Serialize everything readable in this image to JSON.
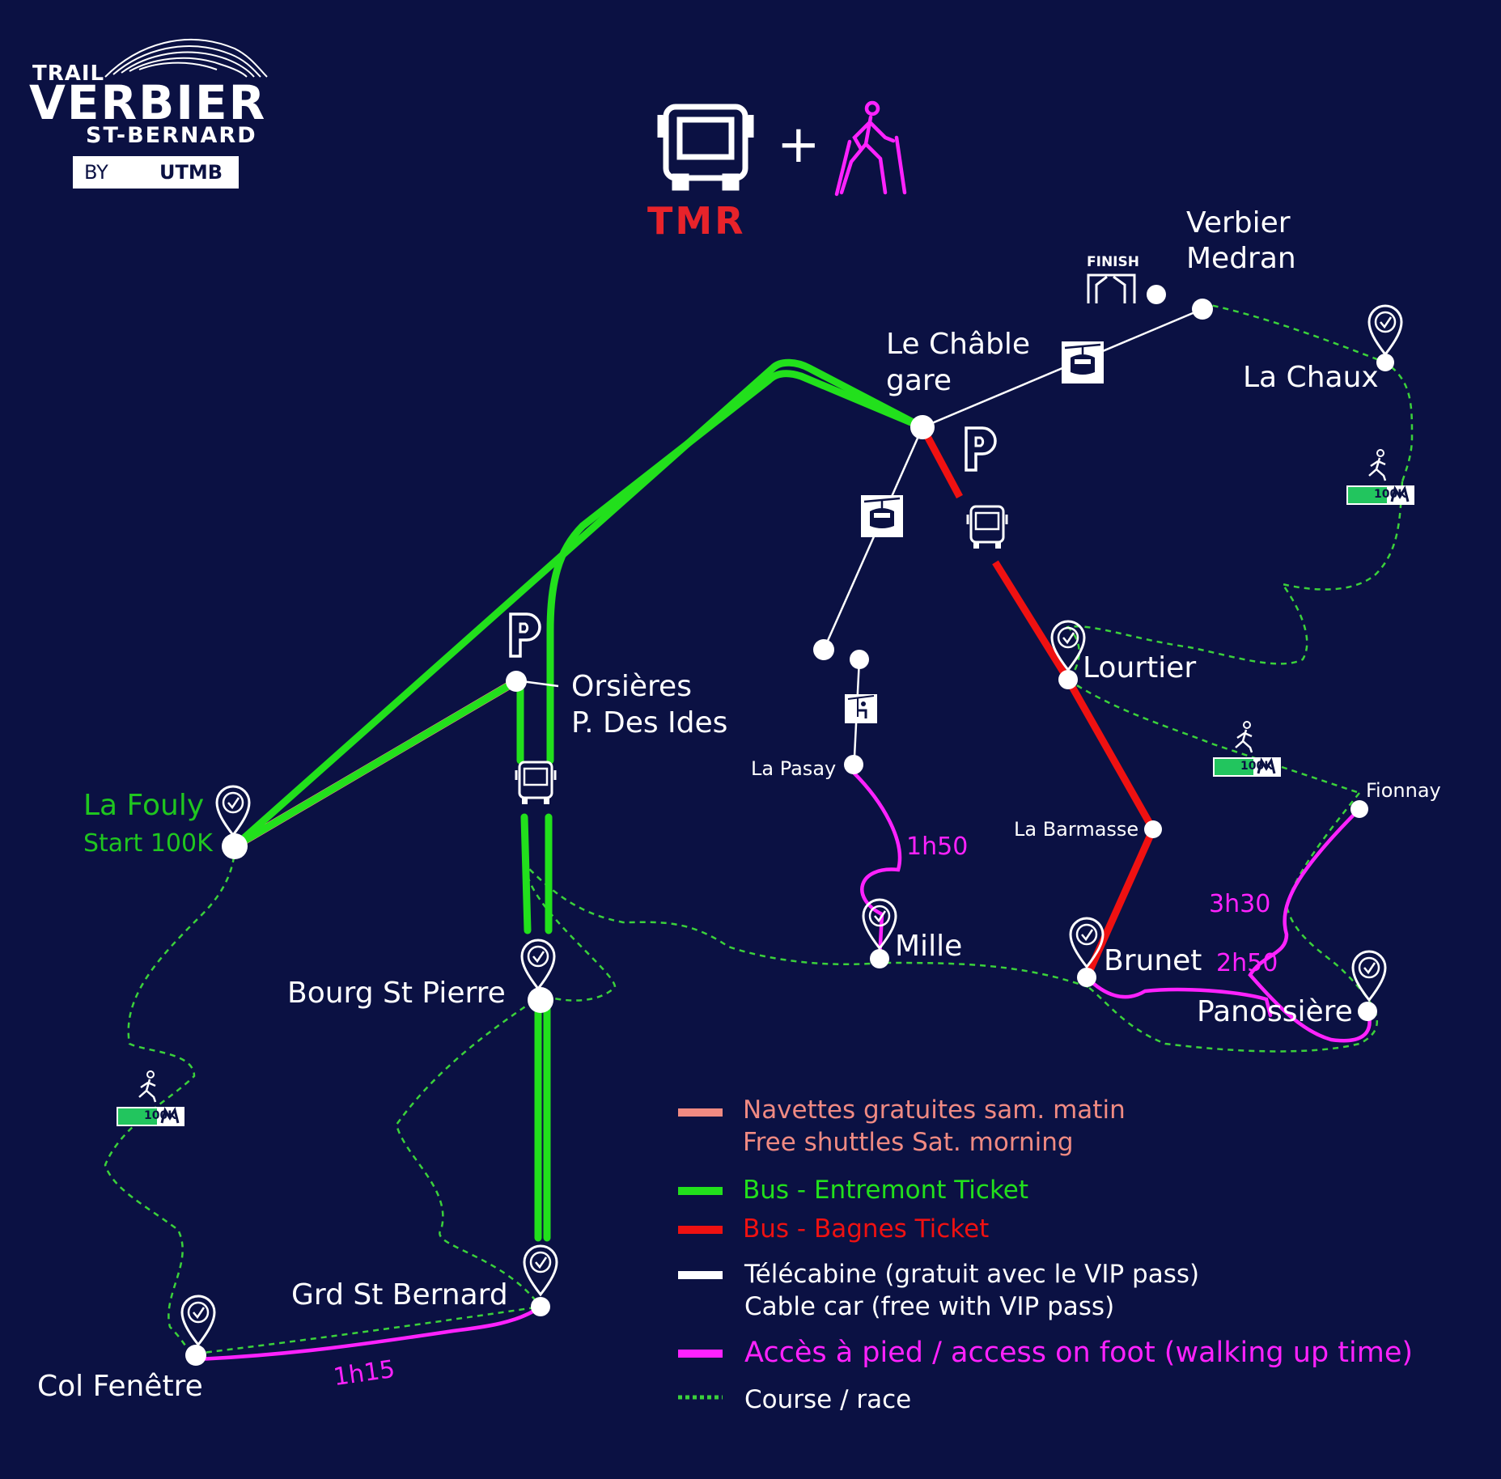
{
  "logo": {
    "line1": "TRAIL",
    "line2": "VERBIER",
    "line3": "ST-BERNARD",
    "by": "BY",
    "brand": "UTMB"
  },
  "header": {
    "operator": "TMR",
    "plus": "+",
    "icons": [
      "bus-icon",
      "hiker-icon"
    ]
  },
  "places": {
    "verbier": "Verbier",
    "medran": "Medran",
    "finish": "FINISH",
    "chable_1": "Le Châble",
    "chable_2": "gare",
    "la_chaux": "La Chaux",
    "orsieres_1": "Orsières",
    "orsieres_2": "P. Des Ides",
    "lourtier": "Lourtier",
    "la_pasay": "La Pasay",
    "fionnay": "Fionnay",
    "la_barmasse": "La Barmasse",
    "la_fouly": "La Fouly",
    "start": "Start 100K",
    "mille": "Mille",
    "brunet": "Brunet",
    "panossiere": "Panossière",
    "bourg_st_pierre": "Bourg St Pierre",
    "grd_st_bernard": "Grd St Bernard",
    "col_fenetre": "Col Fenêtre"
  },
  "walk_times": {
    "mille": "1h50",
    "panossiere": "3h30",
    "brunet": "2h50",
    "col_fenetre": "1h15"
  },
  "badge": "100K",
  "legend": [
    {
      "line1": "Navettes gratuites sam. matin",
      "line2": "Free shuttles Sat. morning",
      "color": "#f08a82",
      "style": "solid"
    },
    {
      "line1": "Bus - Entremont Ticket",
      "line2": "",
      "color": "#22e01c",
      "style": "solid"
    },
    {
      "line1": "Bus - Bagnes Ticket",
      "line2": "",
      "color": "#ef1111",
      "style": "solid"
    },
    {
      "line1": "Télécabine (gratuit avec le VIP pass)",
      "line2": "Cable car (free with VIP pass)",
      "color": "#ffffff",
      "style": "solid"
    },
    {
      "line1": "Accès à pied / access on foot (walking up time)",
      "line2": "",
      "color": "#ff22ff",
      "style": "solid"
    },
    {
      "line1": "Course / race",
      "line2": "",
      "color": "#3bd13b",
      "style": "dotted"
    }
  ],
  "colors": {
    "background": "#0b1143",
    "shuttle": "#f08a82",
    "entremont_bus": "#22e01c",
    "bagnes_bus": "#ef1111",
    "cable_car": "#ffffff",
    "foot": "#ff22ff",
    "race": "#3bd13b"
  }
}
